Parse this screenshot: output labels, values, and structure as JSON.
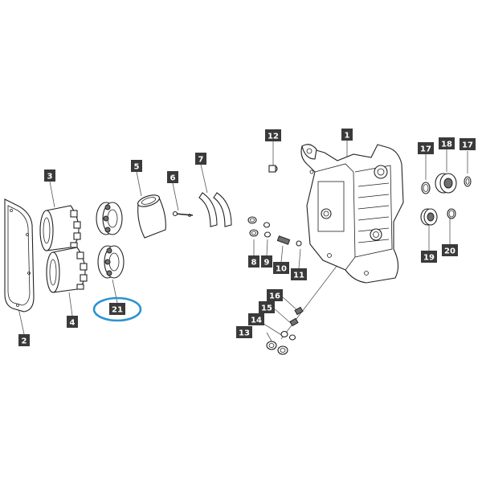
{
  "diagram": {
    "highlight_color": "#2b93d1",
    "callouts": [
      {
        "id": "c1",
        "label": "1"
      },
      {
        "id": "c2",
        "label": "2"
      },
      {
        "id": "c3",
        "label": "3"
      },
      {
        "id": "c4",
        "label": "4"
      },
      {
        "id": "c5",
        "label": "5"
      },
      {
        "id": "c6",
        "label": "6"
      },
      {
        "id": "c7",
        "label": "7"
      },
      {
        "id": "c8",
        "label": "8"
      },
      {
        "id": "c9",
        "label": "9"
      },
      {
        "id": "c10",
        "label": "10"
      },
      {
        "id": "c11",
        "label": "11"
      },
      {
        "id": "c12",
        "label": "12"
      },
      {
        "id": "c13",
        "label": "13"
      },
      {
        "id": "c14",
        "label": "14"
      },
      {
        "id": "c15",
        "label": "15"
      },
      {
        "id": "c16",
        "label": "16"
      },
      {
        "id": "c17a",
        "label": "17"
      },
      {
        "id": "c17b",
        "label": "17"
      },
      {
        "id": "c18",
        "label": "18"
      },
      {
        "id": "c19",
        "label": "19"
      },
      {
        "id": "c20",
        "label": "20"
      },
      {
        "id": "c21",
        "label": "21"
      }
    ],
    "highlighted_callout": "21"
  }
}
